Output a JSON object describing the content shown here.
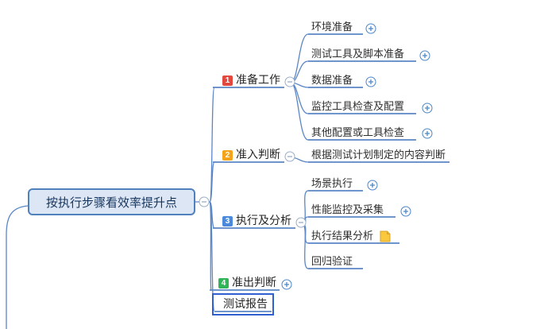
{
  "app": "mind-map-canvas",
  "colors": {
    "connector_line": "#5b86c6",
    "root_fill": "#dce6f5",
    "root_border": "#4f81bd",
    "selection_border": "#2f5fd0",
    "badge_1": "#e2483d",
    "badge_2": "#f6a31c",
    "badge_3": "#4a89dc",
    "badge_4": "#2fb457",
    "expand_icon": "#4a86c8",
    "collapse_icon": "#9aaec6",
    "note_icon": "#fac83c"
  },
  "icons": {
    "expand": "plus-circle",
    "collapse": "minus-circle",
    "note": "yellow-note-marker"
  },
  "root": {
    "label": "按执行步骤看效率提升点",
    "collapse": "minus"
  },
  "branches": [
    {
      "badge": "1",
      "label": "准备工作",
      "collapse": "minus",
      "children": [
        {
          "label": "环境准备",
          "expand": "plus"
        },
        {
          "label": "测试工具及脚本准备",
          "expand": "plus"
        },
        {
          "label": "数据准备",
          "expand": "plus"
        },
        {
          "label": "监控工具检查及配置",
          "expand": "plus"
        },
        {
          "label": "其他配置或工具检查",
          "expand": "plus"
        }
      ]
    },
    {
      "badge": "2",
      "label": "准入判断",
      "collapse": "minus",
      "children": [
        {
          "label": "根据测试计划制定的内容判断"
        }
      ]
    },
    {
      "badge": "3",
      "label": "执行及分析",
      "collapse": "minus",
      "children": [
        {
          "label": "场景执行",
          "expand": "plus"
        },
        {
          "label": "性能监控及采集",
          "expand": "plus"
        },
        {
          "label": "执行结果分析",
          "marker": "note"
        },
        {
          "label": "回归验证"
        }
      ]
    },
    {
      "badge": "4",
      "label": "准出判断",
      "expand": "plus"
    },
    {
      "label": "测试报告",
      "selected": true
    }
  ]
}
